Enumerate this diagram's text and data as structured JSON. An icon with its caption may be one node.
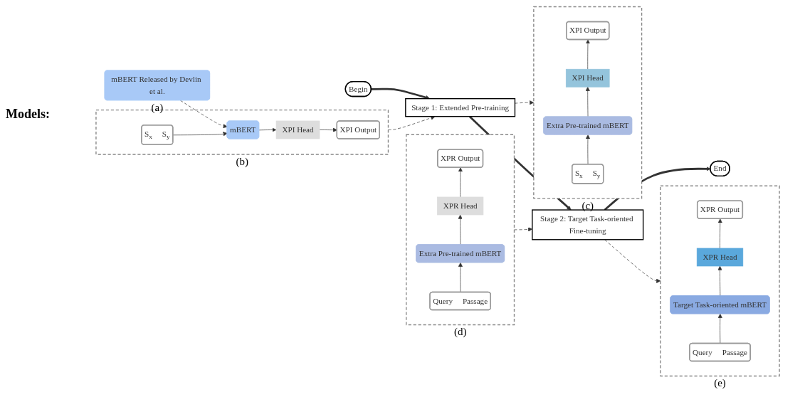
{
  "diagram": {
    "nodes": [
      {
        "text": [
          "Begin"
        ]
      },
      {
        "text": [
          "Stage 1: Extended Pre-training"
        ]
      },
      {
        "text": [
          "Stage 2: Target Task-oriented Fine-tuning"
        ]
      },
      {
        "text": [
          "End"
        ]
      },
      {
        "text": [
          "mBERT Released by Devlin et al."
        ],
        "beside": [
          "(a)"
        ]
      },
      {
        "text": [],
        "shape": "box",
        "beside": [
          "(b)"
        ]
      },
      {
        "text": [
          "XPI Output"
        ],
        "in": 5
      },
      {
        "text": [
          "XPI Head"
        ],
        "in": 5
      },
      {
        "text": [
          "mBERT"
        ],
        "in": 5
      },
      {
        "text": [
          "S$_{x}$",
          "S$_{y}$"
        ],
        "in": 5
      },
      {
        "text": [],
        "shape": "box",
        "beside": [
          "(c)"
        ]
      },
      {
        "text": [
          "XPI Output"
        ],
        "in": 10
      },
      {
        "text": [
          "XPI Head"
        ],
        "in": 10
      },
      {
        "text": [
          "Extra Pre-trained mBERT"
        ],
        "in": 10
      },
      {
        "text": [
          "S$_{x}$",
          "S$_{y}$"
        ],
        "in": 10
      },
      {
        "text": [],
        "shape": "box",
        "beside": [
          "(d)"
        ]
      },
      {
        "text": [
          "XPR Output"
        ],
        "in": 15
      },
      {
        "text": [
          "XPR Head"
        ],
        "in": 15
      },
      {
        "text": [
          "Extra Pre-trained mBERT"
        ],
        "in": 15
      },
      {
        "text": [
          "Query",
          "Passage"
        ],
        "in": 15
      },
      {
        "text": [],
        "shape": "box",
        "beside": [
          "(e)"
        ]
      },
      {
        "text": [
          "XPR Output"
        ],
        "in": 20
      },
      {
        "text": [
          "XPR Head"
        ],
        "in": 20
      },
      {
        "text": [
          "Target Task-oriented mBERT"
        ],
        "in": 20
      },
      {
        "text": [
          "Query",
          "Passage"
        ],
        "in": 20
      }
    ],
    "edges": [
      {
        "from": 0,
        "to": 1,
        "arrow": "to",
        "style": "thick"
      },
      {
        "from": 1,
        "to": 2,
        "arrow": "to",
        "style": "thick"
      },
      {
        "from": 2,
        "to": 3,
        "arrow": "to",
        "style": "thick"
      },
      {
        "from": 5,
        "to": 1,
        "arrow": "to",
        "style": "dashed"
      },
      {
        "from": 1,
        "to": 10,
        "arrow": "to",
        "style": "dashed"
      },
      {
        "from": 15,
        "to": 2,
        "arrow": "to",
        "style": "dashed"
      },
      {
        "from": 2,
        "to": 20,
        "arrow": "to",
        "style": "dashed"
      },
      {
        "from": 4,
        "to": 8,
        "arrow": "to",
        "style": "dashed"
      },
      {
        "from": 9,
        "to": 8,
        "arrow": "to"
      },
      {
        "from": 8,
        "to": 7,
        "arrow": "to"
      },
      {
        "from": 7,
        "to": 6,
        "arrow": "to"
      },
      {
        "from": 14,
        "to": 13,
        "arrow": "to"
      },
      {
        "from": 13,
        "to": 12,
        "arrow": "to"
      },
      {
        "from": 12,
        "to": 11,
        "arrow": "to"
      },
      {
        "from": 19,
        "to": 18,
        "arrow": "to"
      },
      {
        "from": 18,
        "to": 17,
        "arrow": "to"
      },
      {
        "from": 17,
        "to": 16,
        "arrow": "to"
      },
      {
        "from": 24,
        "to": 23,
        "arrow": "to"
      },
      {
        "from": 23,
        "to": 22,
        "arrow": "to"
      },
      {
        "from": 22,
        "to": 21,
        "arrow": "to"
      }
    ],
    "labels": [
      "Models:"
    ]
  }
}
